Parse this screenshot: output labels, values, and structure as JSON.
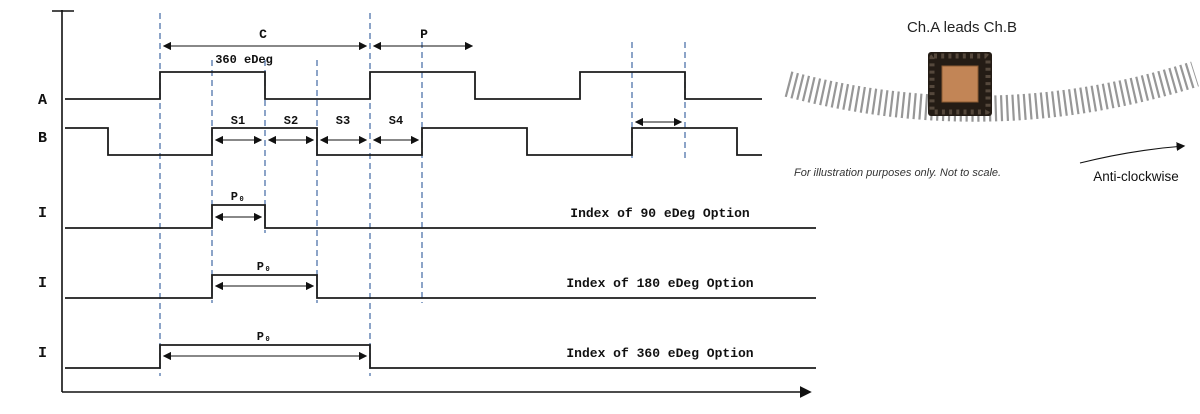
{
  "figure": {
    "channel_labels": {
      "a": "A",
      "b": "B",
      "i90": "I",
      "i180": "I",
      "i360": "I"
    },
    "annotations": {
      "cycle_symbol": "C",
      "cycle_degrees": "360 eDeg",
      "pulse_symbol": "P",
      "s1": "S1",
      "s2": "S2",
      "s3": "S3",
      "s4": "S4",
      "p0_90": "P₀",
      "p0_180": "P₀",
      "p0_360": "P₀"
    },
    "index_options": {
      "deg90": "Index of 90 eDeg Option",
      "deg180": "Index of 180 eDeg Option",
      "deg360": "Index of 360 eDeg Option"
    }
  },
  "illustration": {
    "title": "Ch.A leads Ch.B",
    "caption": "For illustration purposes only. Not to scale.",
    "direction_label": "Anti-clockwise"
  },
  "colors": {
    "waveform": "#1c1c1c",
    "guide_dash": "#5b7db1",
    "band": "#979797",
    "chip_body": "#241c15",
    "chip_core": "#c28556"
  }
}
